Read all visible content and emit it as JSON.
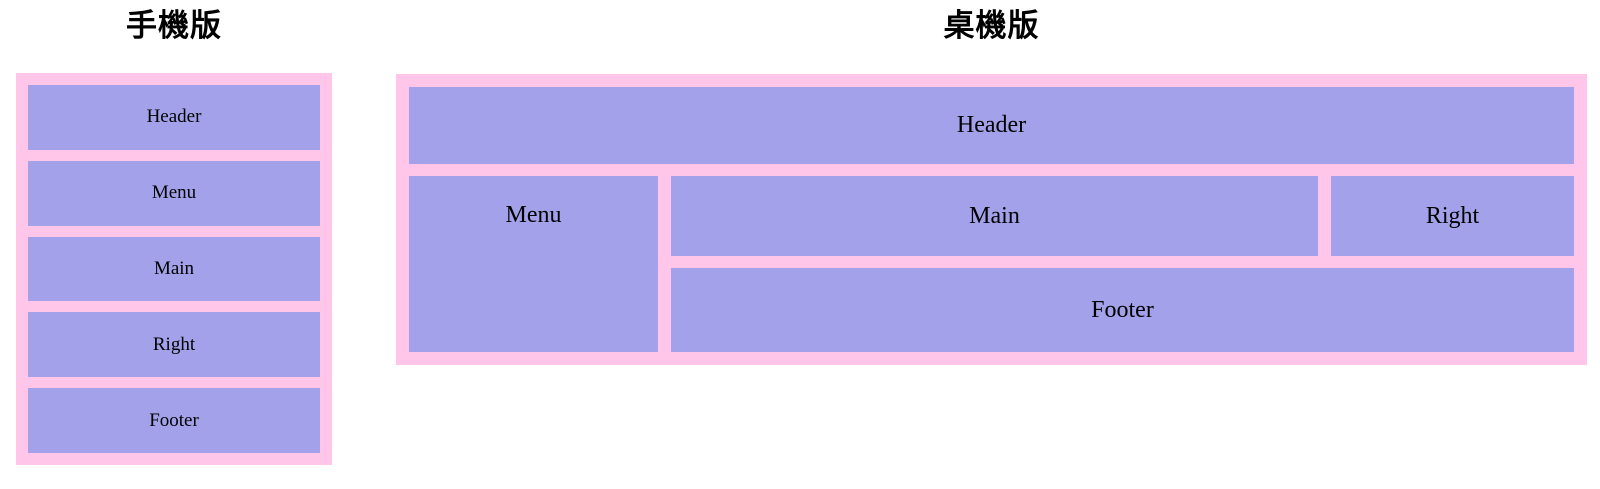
{
  "colors": {
    "container_pink": "#ffc6ea",
    "box_purple": "#a3a1ea",
    "label_text": "#000000"
  },
  "mobile": {
    "title": "手機版",
    "boxes": [
      {
        "label": "Header"
      },
      {
        "label": "Menu"
      },
      {
        "label": "Main"
      },
      {
        "label": "Right"
      },
      {
        "label": "Footer"
      }
    ]
  },
  "desktop": {
    "title": "桌機版",
    "boxes": {
      "header": "Header",
      "menu": "Menu",
      "main": "Main",
      "right": "Right",
      "footer": "Footer"
    }
  }
}
